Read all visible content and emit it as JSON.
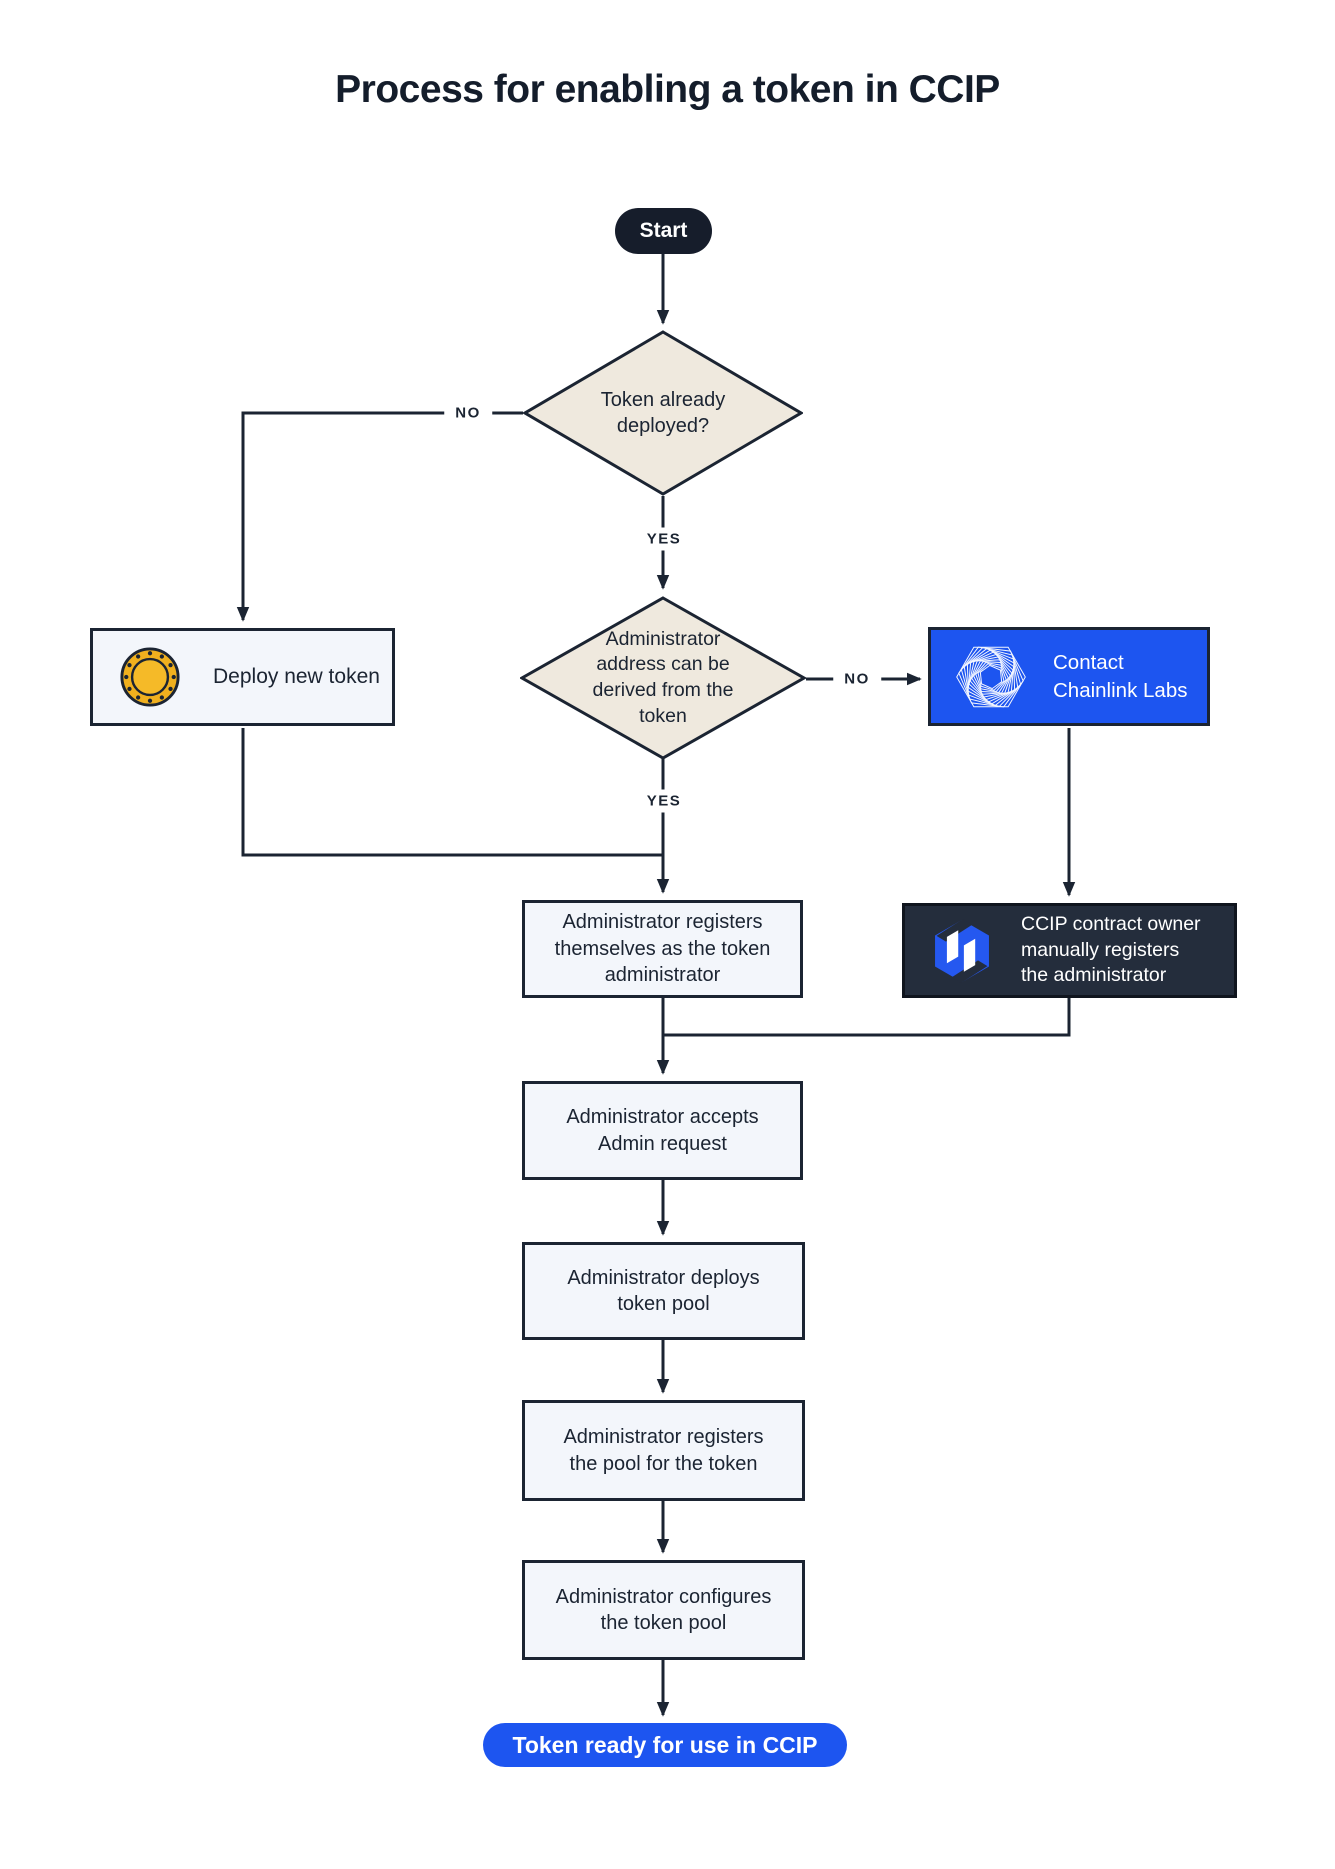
{
  "title": "Process for enabling a token in CCIP",
  "colors": {
    "ink": "#1b2432",
    "diamond_fill": "#efe9de",
    "light_box_fill": "#f3f6fb",
    "accent_blue": "#1d55f0",
    "dark_box_fill": "#242d3c",
    "coin_gold": "#f2b01c"
  },
  "nodes": {
    "start": "Start",
    "token_deployed_q": "Token already\ndeployed?",
    "deploy_new_token": "Deploy new token",
    "admin_address_q": "Administrator\naddress can be\nderived from the\ntoken",
    "contact_chainlink": "Contact\nChainlink Labs",
    "admin_registers_self": "Administrator registers\nthemselves as the token\nadministrator",
    "ccip_owner_registers": "CCIP contract owner\nmanually registers\nthe administrator",
    "admin_accepts": "Administrator accepts\nAdmin request",
    "admin_deploys_pool": "Administrator deploys\ntoken pool",
    "admin_registers_pool": "Administrator registers\nthe pool for the token",
    "admin_configures_pool": "Administrator configures\nthe token pool",
    "token_ready": "Token ready for use in CCIP"
  },
  "labels": {
    "no_token_deployed": "NO",
    "yes_token_deployed": "YES",
    "no_address_derived": "NO",
    "yes_address_derived": "YES"
  },
  "icons": {
    "coin": "coin-icon",
    "chainlink": "chainlink-labs-logo-icon",
    "ccip": "ccip-logo-icon"
  }
}
